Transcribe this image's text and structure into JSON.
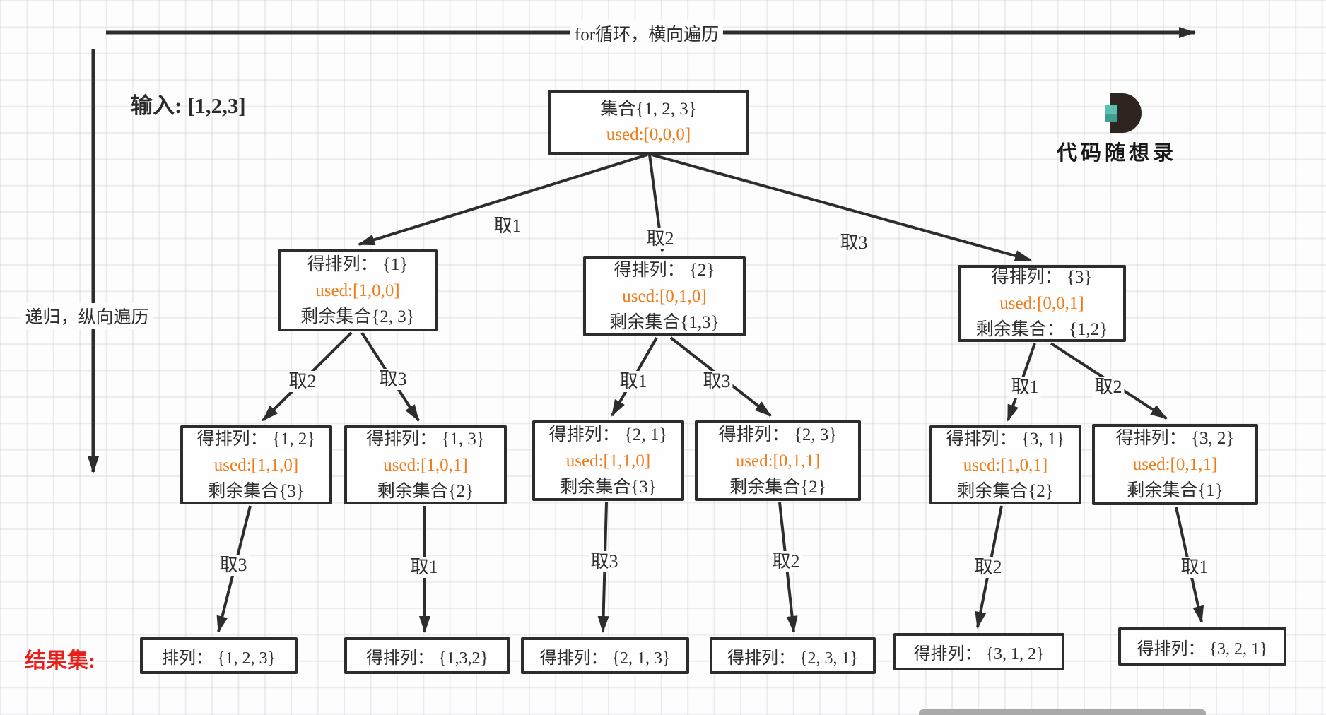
{
  "colors": {
    "line_dark": "#2d2d2d",
    "accent_orange": "#ee7d1c",
    "result_red": "#e6211c",
    "logo_teal_light": "#5cbfb4",
    "logo_teal_dark": "#419c91",
    "logo_dark": "#2f2520",
    "scrollbar_gray": "#a9a9a9"
  },
  "annotations": {
    "top_arrow_label": "for循环，横向遍历",
    "left_arrow_label": "递归，纵向遍历",
    "input_label": "输入: [1,2,3]",
    "result_label": "结果集:"
  },
  "logo": {
    "brand": "代码随想录",
    "mark": "D"
  },
  "tree": {
    "root": {
      "title": "集合{1, 2, 3}",
      "used": "used:[0,0,0]"
    },
    "level2": [
      {
        "title": "得排列： {1}",
        "used": "used:[1,0,0]",
        "remain": "剩余集合{2, 3}"
      },
      {
        "title": "得排列： {2}",
        "used": "used:[0,1,0]",
        "remain": "剩余集合{1,3}"
      },
      {
        "title": "得排列： {3}",
        "used": "used:[0,0,1]",
        "remain": "剩余集合： {1,2}"
      }
    ],
    "level3": [
      {
        "title": "得排列： {1, 2}",
        "used": "used:[1,1,0]",
        "remain": "剩余集合{3}"
      },
      {
        "title": "得排列： {1, 3}",
        "used": "used:[1,0,1]",
        "remain": "剩余集合{2}"
      },
      {
        "title": "得排列： {2, 1}",
        "used": "used:[1,1,0]",
        "remain": "剩余集合{3}"
      },
      {
        "title": "得排列： {2, 3}",
        "used": "used:[0,1,1]",
        "remain": "剩余集合{2}"
      },
      {
        "title": "得排列： {3, 1}",
        "used": "used:[1,0,1]",
        "remain": "剩余集合{2}"
      },
      {
        "title": "得排列： {3, 2}",
        "used": "used:[0,1,1]",
        "remain": "剩余集合{1}"
      }
    ],
    "results": [
      {
        "label": "排列： {1, 2, 3}"
      },
      {
        "label": "得排列： {1,3,2}"
      },
      {
        "label": "得排列： {2, 1, 3}"
      },
      {
        "label": "得排列： {2, 3, 1}"
      },
      {
        "label": "得排列： {3, 1, 2}"
      },
      {
        "label": "得排列： {3, 2, 1}"
      }
    ],
    "edge_labels": [
      {
        "text": "取1"
      },
      {
        "text": "取2"
      },
      {
        "text": "取3"
      },
      {
        "text": "取2"
      },
      {
        "text": "取3"
      },
      {
        "text": "取1"
      },
      {
        "text": "取3"
      },
      {
        "text": "取1"
      },
      {
        "text": "取2"
      },
      {
        "text": "取3"
      },
      {
        "text": "取1"
      },
      {
        "text": "取3"
      },
      {
        "text": "取2"
      },
      {
        "text": "取2"
      },
      {
        "text": "取1"
      }
    ]
  }
}
